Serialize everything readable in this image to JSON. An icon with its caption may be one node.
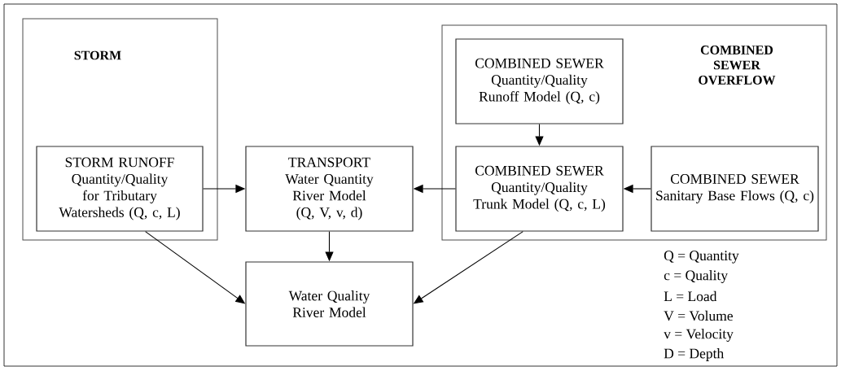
{
  "diagram": {
    "nodes": [
      {
        "text": [
          "STORM"
        ]
      },
      {
        "text": [
          "STORM RUNOFF",
          "Quantity/Quality for Tributary Watersheds (Q, c, L)"
        ],
        "in": 0
      },
      {
        "text": [
          "TRANSPORT",
          "Water Quantity River Model (Q, V, v, d)"
        ]
      },
      {
        "text": [
          "Water Quality River Model"
        ]
      },
      {
        "text": [
          "COMBINED SEWER OVERFLOW"
        ]
      },
      {
        "text": [
          "COMBINED SEWER",
          "Quantity/Quality Runoff Model (Q, c)"
        ],
        "in": 4
      },
      {
        "text": [
          "COMBINED SEWER",
          "Quantity/Quality Trunk Model (Q, c, L)"
        ],
        "in": 4
      },
      {
        "text": [
          "COMBINED SEWER",
          "Sanitary Base Flows (Q, c)"
        ],
        "in": 4
      }
    ],
    "edges": [
      {
        "from": 1,
        "to": 2,
        "arrow": "to"
      },
      {
        "from": 6,
        "to": 2,
        "arrow": "to"
      },
      {
        "from": 5,
        "to": 6,
        "arrow": "to"
      },
      {
        "from": 7,
        "to": 6,
        "arrow": "to"
      },
      {
        "from": 2,
        "to": 3,
        "arrow": "to"
      },
      {
        "from": 1,
        "to": 3,
        "arrow": "to"
      },
      {
        "from": 6,
        "to": 3,
        "arrow": "to"
      }
    ],
    "labels": [
      "Q = Quantity",
      "c = Quality",
      "L = Load",
      "V = Volume",
      "v = Velocity",
      "D = Depth"
    ]
  }
}
